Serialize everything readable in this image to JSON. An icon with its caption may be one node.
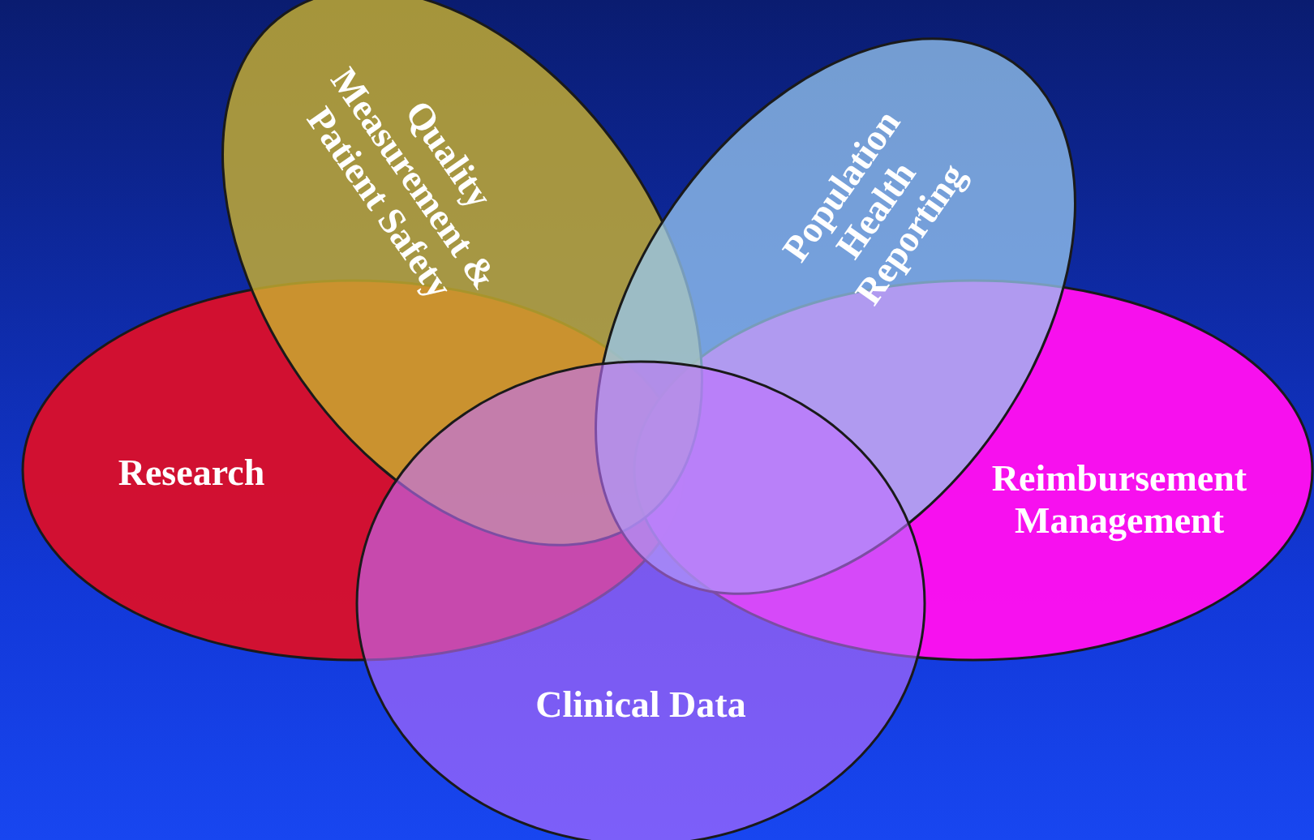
{
  "diagram": {
    "nodes": [
      {
        "text": [
          "Quality Measurement & Patient Safety"
        ]
      },
      {
        "text": [
          "Population Health Reporting"
        ]
      },
      {
        "text": [
          "Research"
        ]
      },
      {
        "text": [
          "Reimbursement Management"
        ]
      },
      {
        "text": [
          "Clinical Data"
        ]
      }
    ]
  }
}
